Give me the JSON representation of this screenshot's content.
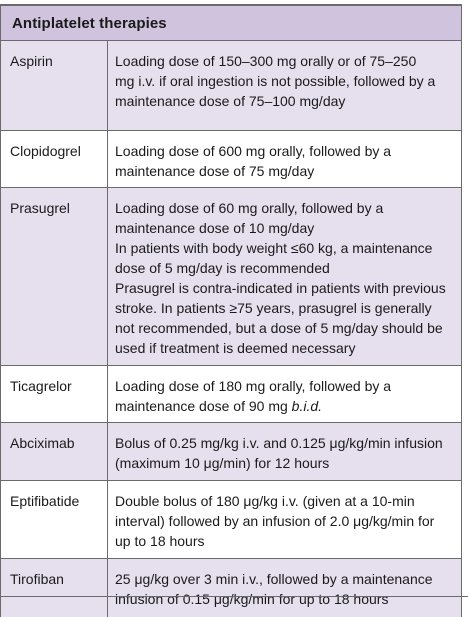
{
  "header": {
    "title": "Antiplatelet therapies"
  },
  "rows": [
    {
      "drug": "Aspirin",
      "lines": [
        "Loading dose of 150–300 mg orally or of 75–250",
        "mg i.v. if oral ingestion is not possible, followed by a",
        "maintenance dose of 75–100 mg/day"
      ]
    },
    {
      "drug": "Clopidogrel",
      "lines": [
        "Loading dose of 600 mg orally, followed by a",
        "maintenance dose of 75 mg/day"
      ]
    },
    {
      "drug": "Prasugrel",
      "lines": [
        "Loading dose of 60 mg orally, followed by a",
        "maintenance dose of 10 mg/day",
        "In patients with body weight ≤60 kg, a maintenance",
        "dose of 5 mg/day is recommended",
        "Prasugrel is contra-indicated in patients with previous",
        "stroke. In patients ≥75 years, prasugrel is generally",
        "not recommended, but a dose of 5 mg/day should be",
        "used if treatment is deemed necessary"
      ]
    },
    {
      "drug": "Ticagrelor",
      "lines": [
        "Loading dose of 180 mg orally, followed by a"
      ],
      "last_line_prefix": "maintenance dose of 90 mg ",
      "last_line_italic": "b.i.d."
    },
    {
      "drug": "Abciximab",
      "lines": [
        "Bolus of 0.25 mg/kg i.v. and 0.125 μg/kg/min infusion",
        "(maximum 10 μg/min) for 12 hours"
      ]
    },
    {
      "drug": "Eptifibatide",
      "lines": [
        "Double bolus of 180 μg/kg i.v. (given at a 10-min",
        "interval) followed by an infusion of 2.0 μg/kg/min for",
        "up to 18 hours"
      ]
    },
    {
      "drug": "Tirofiban",
      "lines": [
        "25 μg/kg over 3 min i.v., followed by a maintenance",
        "infusion of 0.15 μg/kg/min for up to 18 hours"
      ]
    }
  ]
}
